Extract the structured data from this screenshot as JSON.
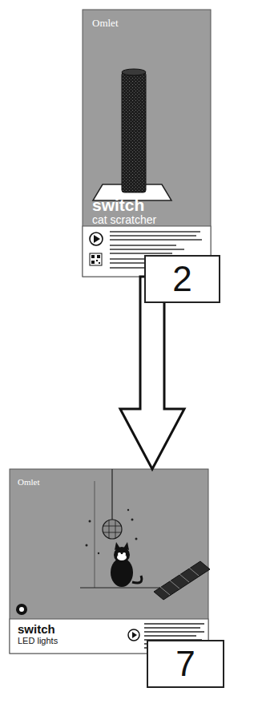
{
  "diagram": {
    "nodes": [
      {
        "text": [
          "Omlet",
          "switch",
          "cat scratcher"
        ]
      },
      {
        "text": [
          "2"
        ]
      },
      {
        "text": [
          "Omlet",
          "switch",
          "LED lights"
        ]
      },
      {
        "text": [
          "7"
        ]
      }
    ],
    "edges": [
      {
        "from": 0,
        "to": 2,
        "arrow": "to"
      }
    ]
  }
}
